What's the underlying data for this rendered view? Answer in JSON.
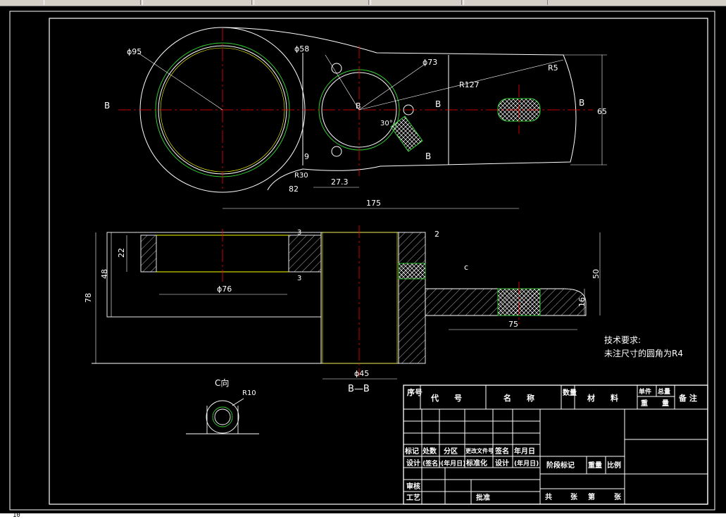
{
  "drawing": {
    "dims": {
      "d95": "ϕ95",
      "d58": "ϕ58",
      "d73": "ϕ73",
      "r127": "R127",
      "r5": "R5",
      "d65": "65",
      "d9": "9",
      "d82": "82",
      "r30": "R30",
      "d273": "27.3",
      "d175": "175",
      "a30": "30°",
      "d22": "22",
      "d48": "48",
      "d78": "78",
      "d76": "ϕ76",
      "d3a": "3",
      "d3b": "3",
      "d2": "2",
      "d50": "50",
      "d16": "16",
      "d75": "75",
      "d45": "ϕ45",
      "r10": "R10"
    },
    "labels": {
      "b_left": "B",
      "b_center": "B",
      "b_mid": "B",
      "b_right": "B",
      "b_bottom": "B",
      "section_bb": "B—B",
      "view_c": "C向",
      "arrow_c": "c"
    },
    "tech": {
      "heading": "技术要求:",
      "note": "未注尺寸的圆角为R4"
    }
  },
  "title_block": {
    "xuhao": "序号",
    "daihao": "代　　号",
    "mingcheng": "名　　称",
    "shuliang": "数量",
    "cailiao": "材　　料",
    "danjian": "单件",
    "zongliang": "总量",
    "zhongliang": "重　　量",
    "beizhu": "备 注",
    "biaoji": "标记",
    "chushu": "处数",
    "fenqu": "分区",
    "genggai": "更改文件号",
    "qianming": "签名",
    "nianyueri": "年月日",
    "sheji": "设计",
    "qianming2": "(签名)",
    "nianyueri2": "(年月日)",
    "biaozhunhua": "标准化",
    "sheji2": "设计",
    "nianyueri3": "(年月日)",
    "jieduan": "阶段标记",
    "zhongliang2": "重量",
    "bili": "比例",
    "shenhe": "审核",
    "gongyi": "工艺",
    "pizhun": "批准",
    "gong": "共",
    "zhang1": "张",
    "di": "第",
    "zhang2": "张"
  },
  "status": {
    "command": "10"
  }
}
